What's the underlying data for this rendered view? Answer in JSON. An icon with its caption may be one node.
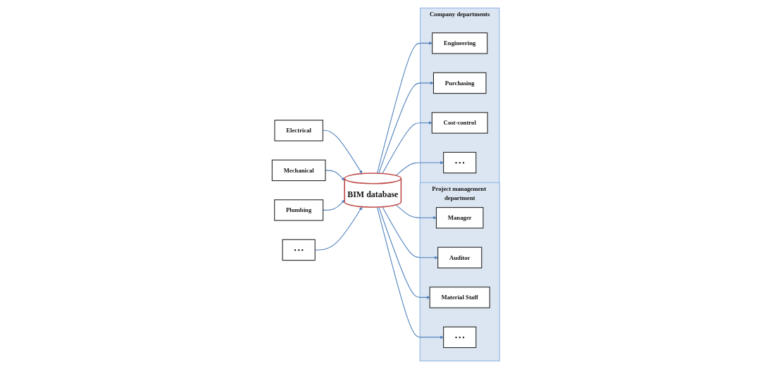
{
  "diagram": {
    "nodes": [
      {
        "text": [
          "Project management department"
        ]
      },
      {
        "text": [
          "Manager"
        ],
        "in": 0
      },
      {
        "text": [
          "Auditor"
        ],
        "in": 0
      },
      {
        "text": [
          "Material Staff"
        ],
        "in": 0
      },
      {
        "text": [
          "• • •"
        ],
        "in": 0
      },
      {
        "text": [
          "BIM database"
        ]
      },
      {
        "text": [
          "Company departments"
        ]
      },
      {
        "text": [
          "Engineering"
        ],
        "in": 6
      },
      {
        "text": [
          "Purchasing"
        ],
        "in": 6
      },
      {
        "text": [
          "Cost-control"
        ],
        "in": 6
      },
      {
        "text": [
          "• • •"
        ],
        "in": 6
      },
      {
        "text": [
          "Electrical"
        ]
      },
      {
        "text": [
          "Mechanical"
        ]
      },
      {
        "text": [
          "Plumbing"
        ]
      },
      {
        "text": [
          "• • •"
        ]
      }
    ],
    "edges": [
      {
        "from": 5,
        "to": 1,
        "arrow": "to"
      },
      {
        "from": 5,
        "to": 2,
        "arrow": "to"
      },
      {
        "from": 5,
        "to": 3,
        "arrow": "to"
      },
      {
        "from": 5,
        "to": 4,
        "arrow": "to"
      },
      {
        "from": 5,
        "to": 7,
        "arrow": "to"
      },
      {
        "from": 5,
        "to": 8,
        "arrow": "to"
      },
      {
        "from": 5,
        "to": 9,
        "arrow": "to"
      },
      {
        "from": 5,
        "to": 10,
        "arrow": "to"
      },
      {
        "from": 11,
        "to": 5,
        "arrow": "to"
      },
      {
        "from": 12,
        "to": 5,
        "arrow": "to"
      },
      {
        "from": 13,
        "to": 5,
        "arrow": "to"
      },
      {
        "from": 14,
        "to": 5,
        "arrow": "to"
      }
    ]
  }
}
